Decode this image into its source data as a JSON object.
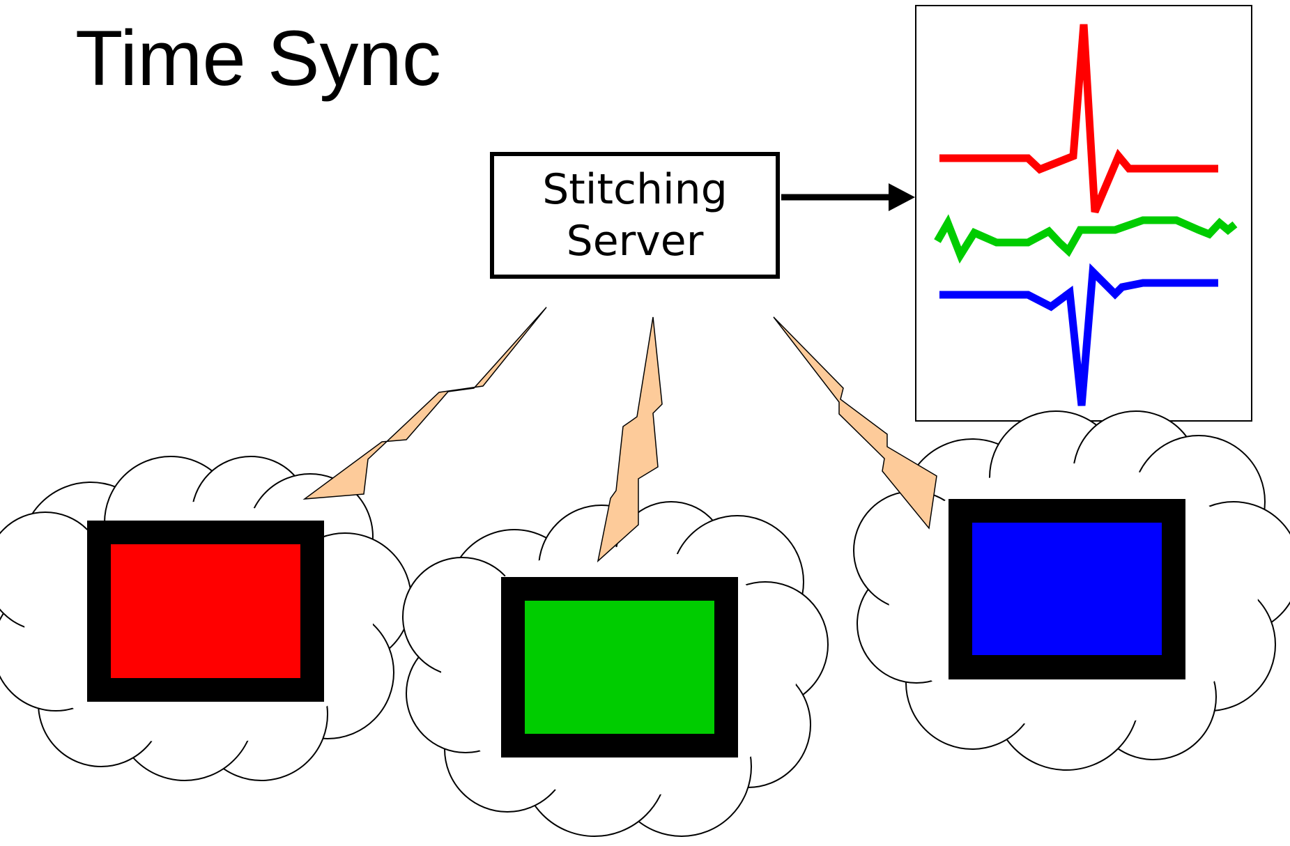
{
  "title": "Time Sync",
  "server": {
    "line1": "Stitching",
    "line2": "Server"
  },
  "colors": {
    "red": "#ff0000",
    "green": "#00cc00",
    "blue": "#0000ff",
    "bolt": "#fdcb9a",
    "frame": "#000000"
  },
  "nodes": [
    {
      "name": "red-node",
      "color": "#ff0000"
    },
    {
      "name": "green-node",
      "color": "#00cc00"
    },
    {
      "name": "blue-node",
      "color": "#0000ff"
    }
  ]
}
